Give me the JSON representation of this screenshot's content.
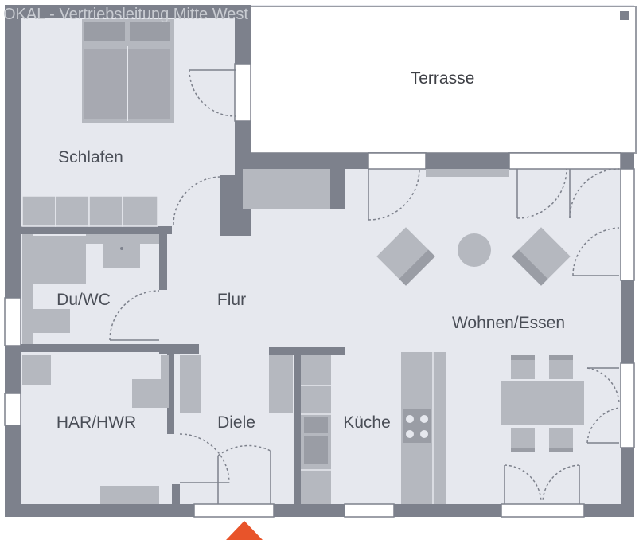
{
  "watermark": "OKAL - Vertriebsleitung Mitte West",
  "colors": {
    "wall": "#7d818c",
    "floor": "#e6e8ee",
    "furniture": "#b5b8bf",
    "furniture_dark": "#9a9da5",
    "terrace": "#ffffff",
    "entrance_marker": "#e8542a"
  },
  "rooms": {
    "terrace": "Terrasse",
    "bedroom": "Schlafen",
    "bath": "Du/WC",
    "hall": "Flur",
    "living": "Wohnen/Essen",
    "utility": "HAR/HWR",
    "entry": "Diele",
    "kitchen": "Küche"
  },
  "icons": {
    "entrance": "entrance-arrow-icon",
    "door": "door-swing-icon",
    "window": "window-icon"
  }
}
